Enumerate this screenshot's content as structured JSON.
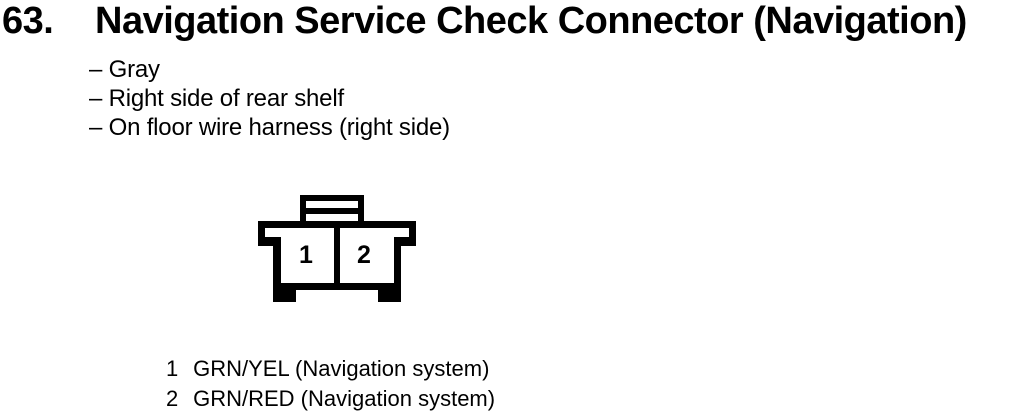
{
  "page": {
    "section_number": "63.",
    "title": "Navigation Service Check Connector (Navigation)",
    "details": [
      "– Gray",
      "– Right side of rear shelf",
      "– On floor wire harness (right side)"
    ],
    "connector": {
      "description": "2-cavity connector, front view, lock tab on top",
      "cavity_labels": [
        "1",
        "2"
      ]
    },
    "pins": [
      {
        "pin": "1",
        "wire": "GRN/YEL (Navigation system)"
      },
      {
        "pin": "2",
        "wire": "GRN/RED (Navigation system)"
      }
    ],
    "colors": {
      "ink": "#000000",
      "paper": "#ffffff"
    }
  }
}
